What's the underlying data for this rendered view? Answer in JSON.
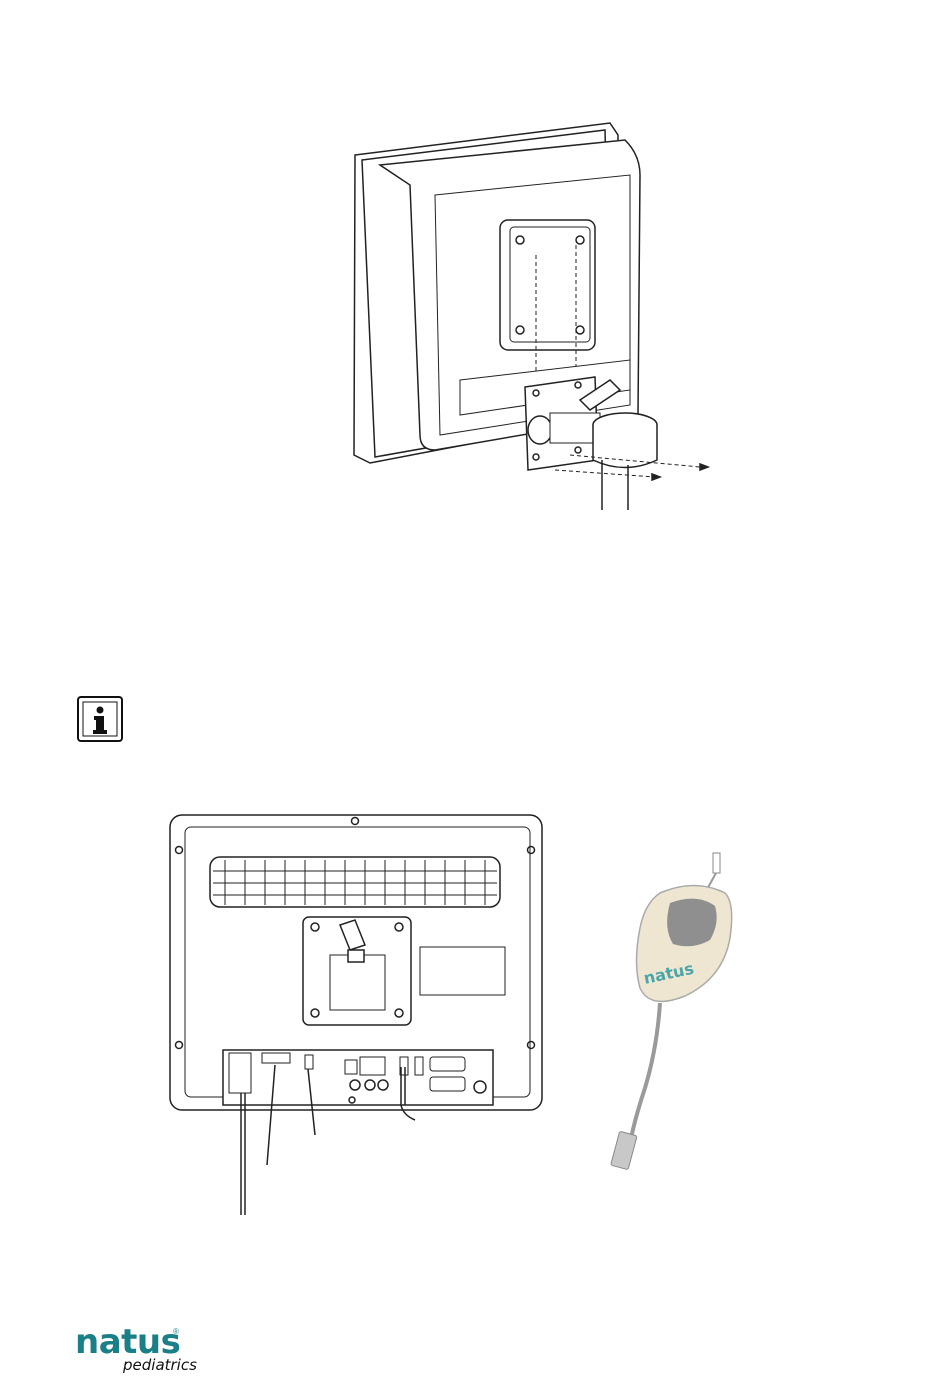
{
  "info_icon": {
    "glyph": "i",
    "name": "info-icon"
  },
  "sensor": {
    "brand_text": "natus"
  },
  "logo": {
    "main": "natus",
    "registered": "®",
    "sub": "pediatrics"
  },
  "colors": {
    "brand_teal": "#1a7f86",
    "line_art": "#222222",
    "sensor_body": "#efe6d2"
  }
}
